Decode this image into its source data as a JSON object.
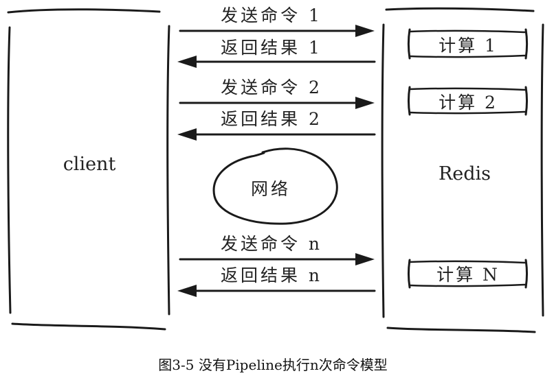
{
  "client_label": "client",
  "server_label": "Redis",
  "network_label": "网络",
  "requests": [
    {
      "send": "发送命令 1",
      "recv": "返回结果 1",
      "compute": "计算 1"
    },
    {
      "send": "发送命令 2",
      "recv": "返回结果 2",
      "compute": "计算 2"
    },
    {
      "send": "发送命令 n",
      "recv": "返回结果 n",
      "compute": "计算 N"
    }
  ],
  "caption": "图3-5 没有Pipeline执行n次命令模型"
}
